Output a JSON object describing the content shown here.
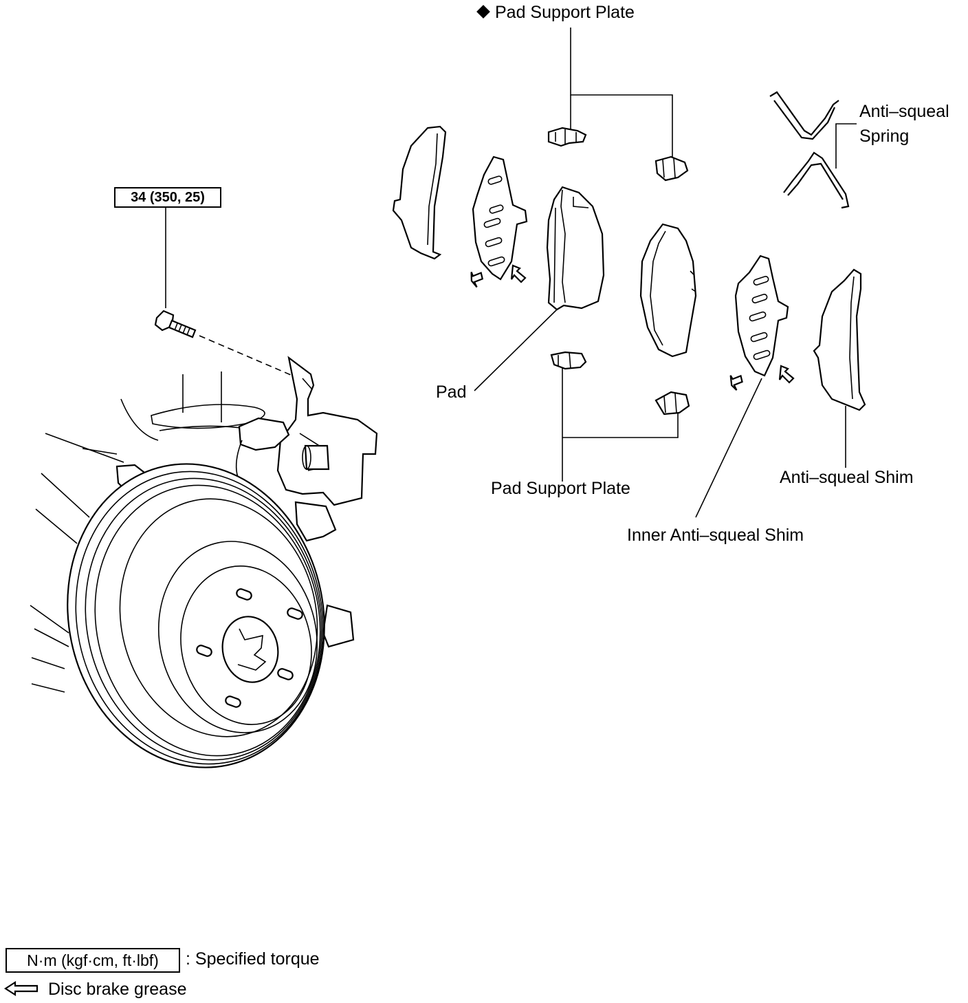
{
  "labels": {
    "pad_support_plate_top": "Pad Support Plate",
    "anti_squeal_spring_line1": "Anti–squeal",
    "anti_squeal_spring_line2": "Spring",
    "pad": "Pad",
    "pad_support_plate_bottom": "Pad Support Plate",
    "anti_squeal_shim": "Anti–squeal Shim",
    "inner_anti_squeal_shim": "Inner Anti–squeal Shim"
  },
  "torque": {
    "value": "34 (350, 25)"
  },
  "legend": {
    "unit_box": "N·m (kgf·cm, ft·lbf)",
    "unit_desc": ": Specified torque",
    "grease_desc": "Disc brake grease"
  },
  "icons": {
    "non_reusable_marker": "diamond-icon",
    "grease_marker": "hollow-arrow-icon"
  }
}
